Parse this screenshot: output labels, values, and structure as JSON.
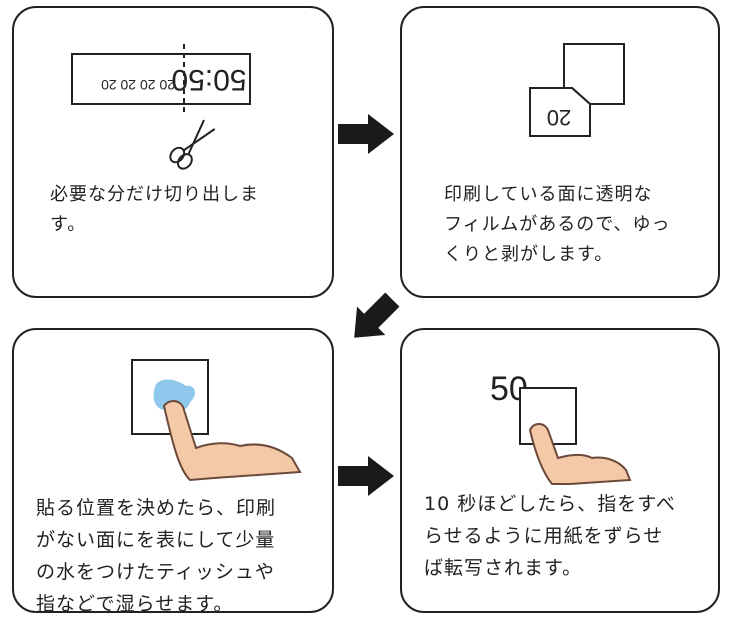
{
  "steps": [
    {
      "text": "必要な分だけ切り出しま\nす。",
      "strip_text_left": "20 20 20 20",
      "strip_text_right": "50:50"
    },
    {
      "text": "印刷している面に透明な\nフィルムがあるので、ゆっ\nくりと剥がします。",
      "sticker_text": "20"
    },
    {
      "text": "貼る位置を決めたら、印刷\nがない面にを表にして少量\nの水をつけたティッシュや\n指などで湿らせます。"
    },
    {
      "text": "10 秒ほどしたら、指をすべ\nらせるように用紙をずらせ\nば転写されます。",
      "transfer_text": "50"
    }
  ],
  "colors": {
    "line": "#222222",
    "water": "#8ec8ec",
    "finger": "#f4c9a8",
    "finger_line": "#6b4a3a",
    "arrow": "#1a1a1a"
  }
}
